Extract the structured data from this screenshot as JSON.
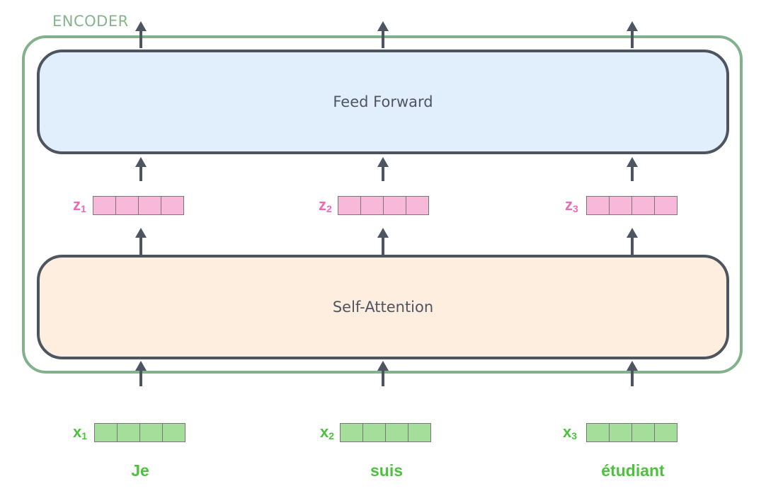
{
  "encoder": {
    "label": "ENCODER",
    "feed_forward_label": "Feed Forward",
    "self_attention_label": "Self-Attention"
  },
  "columns": [
    {
      "z_label": "z",
      "z_sub": "1",
      "x_label": "x",
      "x_sub": "1",
      "word": "Je"
    },
    {
      "z_label": "z",
      "z_sub": "2",
      "x_label": "x",
      "x_sub": "2",
      "word": "suis"
    },
    {
      "z_label": "z",
      "z_sub": "3",
      "x_label": "x",
      "x_sub": "3",
      "word": "étudiant"
    }
  ],
  "vector_cells": 4,
  "colors": {
    "encoder_border": "#82b28c",
    "block_border": "#4f5560",
    "feed_forward_fill": "#e1effc",
    "self_attention_fill": "#fdeee0",
    "z_vector": "#f8b8d9",
    "x_vector": "#a5de9b",
    "z_text": "#f06ab1",
    "x_text": "#4cc23d"
  }
}
